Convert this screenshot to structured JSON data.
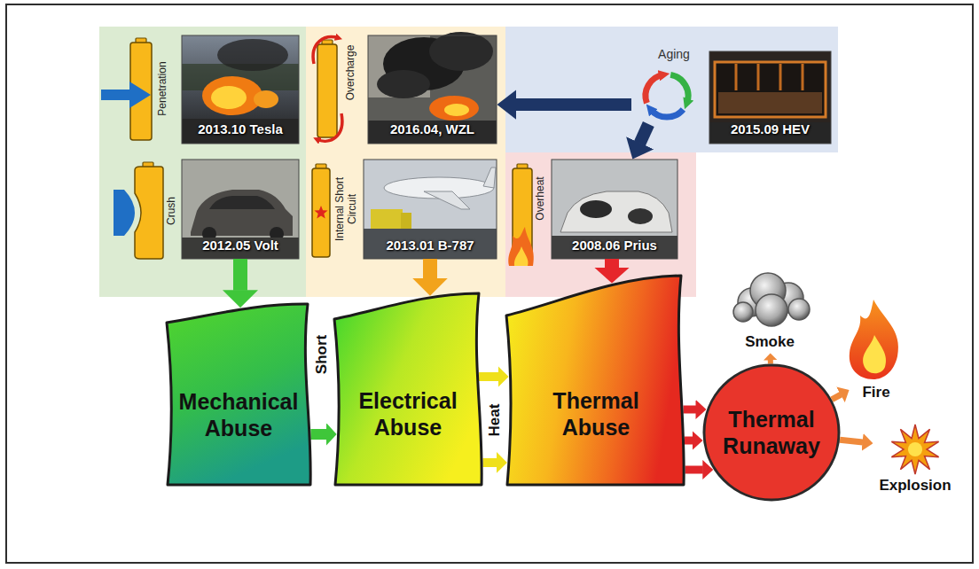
{
  "diagram": {
    "nodes": [
      {
        "text": [
          "Penetration"
        ]
      },
      {
        "text": [
          "2013.10 Tesla"
        ]
      },
      {
        "text": [
          "Overcharge"
        ]
      },
      {
        "text": [
          "2016.04, WZL"
        ]
      },
      {
        "text": [
          "Aging"
        ]
      },
      {
        "text": [
          "2015.09 HEV"
        ]
      },
      {
        "text": [
          "Crush"
        ]
      },
      {
        "text": [
          "2012.05 Volt"
        ]
      },
      {
        "text": [
          "Internal Short Circuit"
        ]
      },
      {
        "text": [
          "2013.01 B-787"
        ]
      },
      {
        "text": [
          "Overheat"
        ]
      },
      {
        "text": [
          "2008.06 Prius"
        ]
      },
      {
        "text": [
          "Mechanical Abuse"
        ]
      },
      {
        "text": [
          "Electrical Abuse"
        ]
      },
      {
        "text": [
          "Thermal Abuse"
        ]
      },
      {
        "text": [
          "Smoke"
        ]
      },
      {
        "text": [
          "Thermal Runaway"
        ]
      },
      {
        "text": [
          "Fire"
        ]
      },
      {
        "text": [
          "Explosion"
        ]
      }
    ],
    "edges": [
      {
        "from": 4,
        "to": 3,
        "arrow": "to"
      },
      {
        "from": 4,
        "to": 11,
        "arrow": "to"
      },
      {
        "from": 7,
        "to": 12,
        "arrow": "to"
      },
      {
        "from": 9,
        "to": 13,
        "arrow": "to"
      },
      {
        "from": 11,
        "to": 14,
        "arrow": "to"
      },
      {
        "from": 12,
        "to": 13,
        "label": "Short",
        "arrow": "to"
      },
      {
        "from": 13,
        "to": 14,
        "label": "Heat",
        "arrow": "to"
      },
      {
        "from": 13,
        "to": 14,
        "arrow": "to"
      },
      {
        "from": 14,
        "to": 16,
        "arrow": "to"
      },
      {
        "from": 14,
        "to": 16,
        "arrow": "to"
      },
      {
        "from": 14,
        "to": 16,
        "arrow": "to"
      },
      {
        "from": 16,
        "to": 15,
        "arrow": "to"
      },
      {
        "from": 16,
        "to": 17,
        "arrow": "to"
      },
      {
        "from": 16,
        "to": 18,
        "arrow": "to"
      }
    ]
  }
}
